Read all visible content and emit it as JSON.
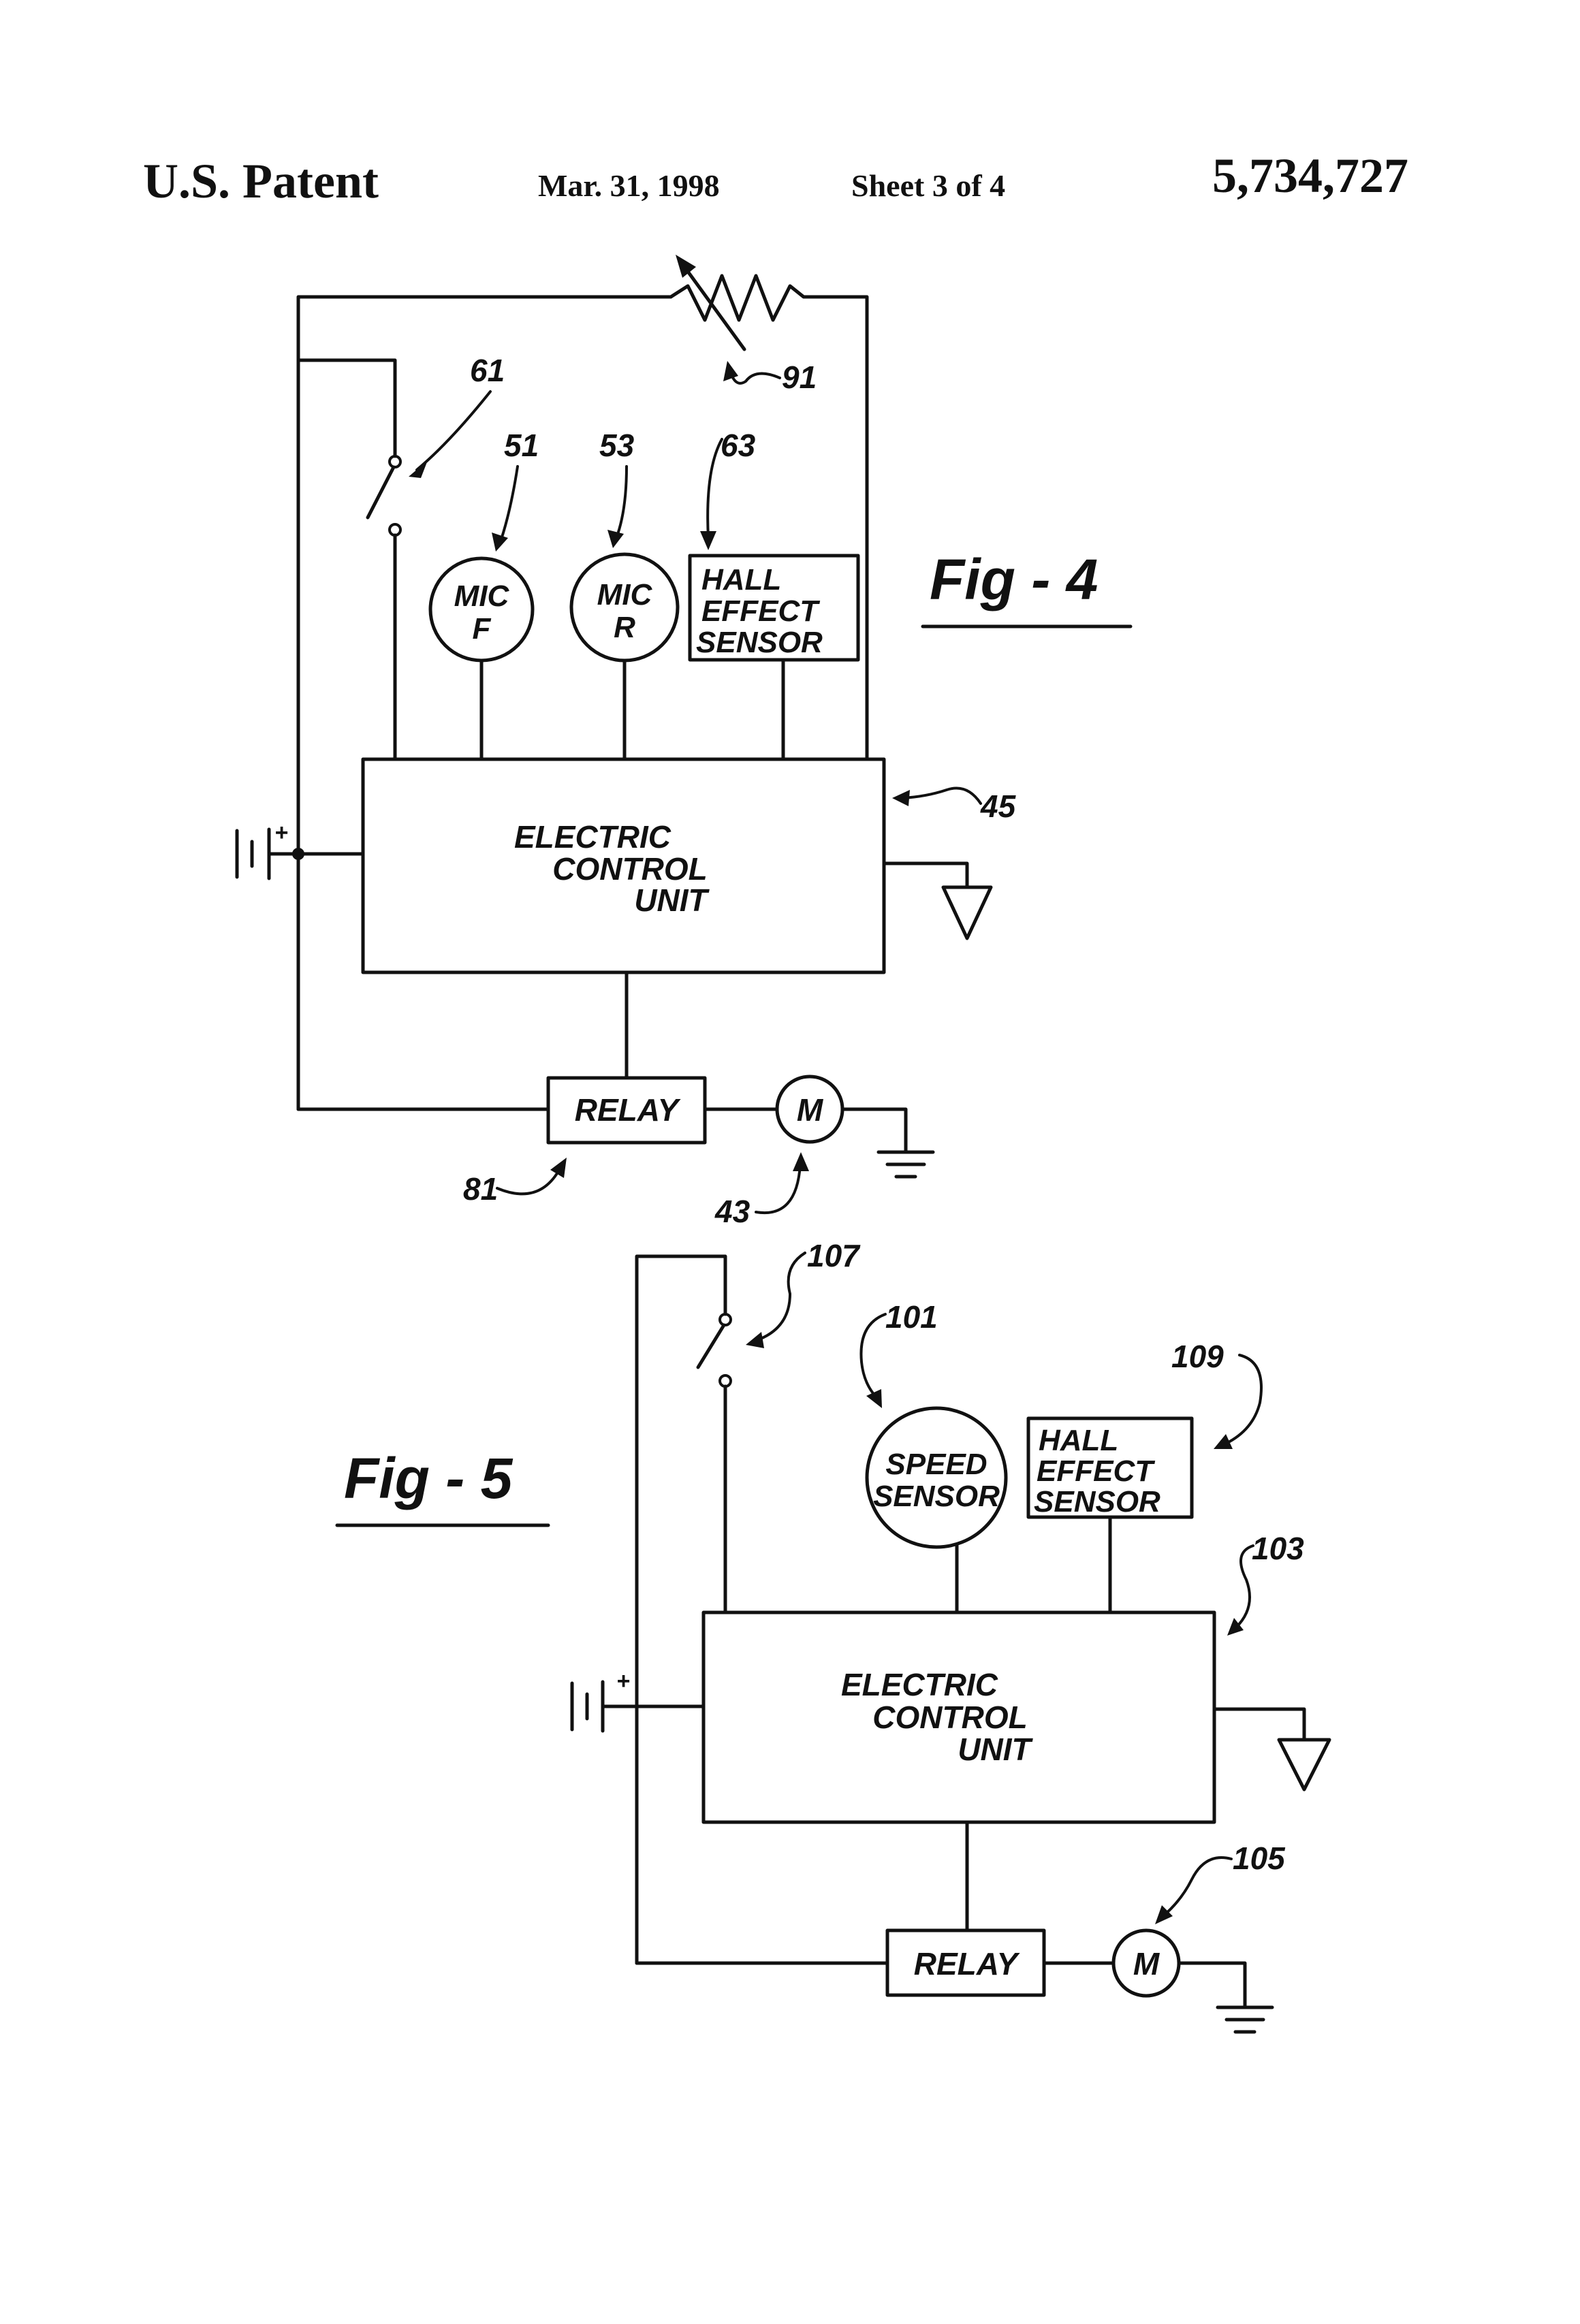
{
  "header": {
    "patent_label": "U.S. Patent",
    "date": "Mar. 31, 1998",
    "sheet": "Sheet 3 of 4",
    "patent_number": "5,734,727"
  },
  "fig4": {
    "title": "Fig - 4",
    "ecu_lines": [
      "ELECTRIC",
      "CONTROL",
      "UNIT"
    ],
    "mic_f_lines": [
      "MIC",
      "F"
    ],
    "mic_r_lines": [
      "MIC",
      "R"
    ],
    "hall_lines": [
      "HALL",
      "EFFECT",
      "SENSOR"
    ],
    "relay": "RELAY",
    "motor": "M",
    "battery_plus": "+",
    "refs": {
      "switch": "61",
      "mic_f": "51",
      "mic_r": "53",
      "hall": "63",
      "resistor": "91",
      "ecu": "45",
      "relay": "81",
      "motor": "43"
    }
  },
  "fig5": {
    "title": "Fig - 5",
    "ecu_lines": [
      "ELECTRIC",
      "CONTROL",
      "UNIT"
    ],
    "speed_lines": [
      "SPEED",
      "SENSOR"
    ],
    "hall_lines": [
      "HALL",
      "EFFECT",
      "SENSOR"
    ],
    "relay": "RELAY",
    "motor": "M",
    "battery_plus": "+",
    "refs": {
      "switch": "107",
      "speed": "101",
      "hall": "109",
      "ecu": "103",
      "motor": "105"
    }
  }
}
